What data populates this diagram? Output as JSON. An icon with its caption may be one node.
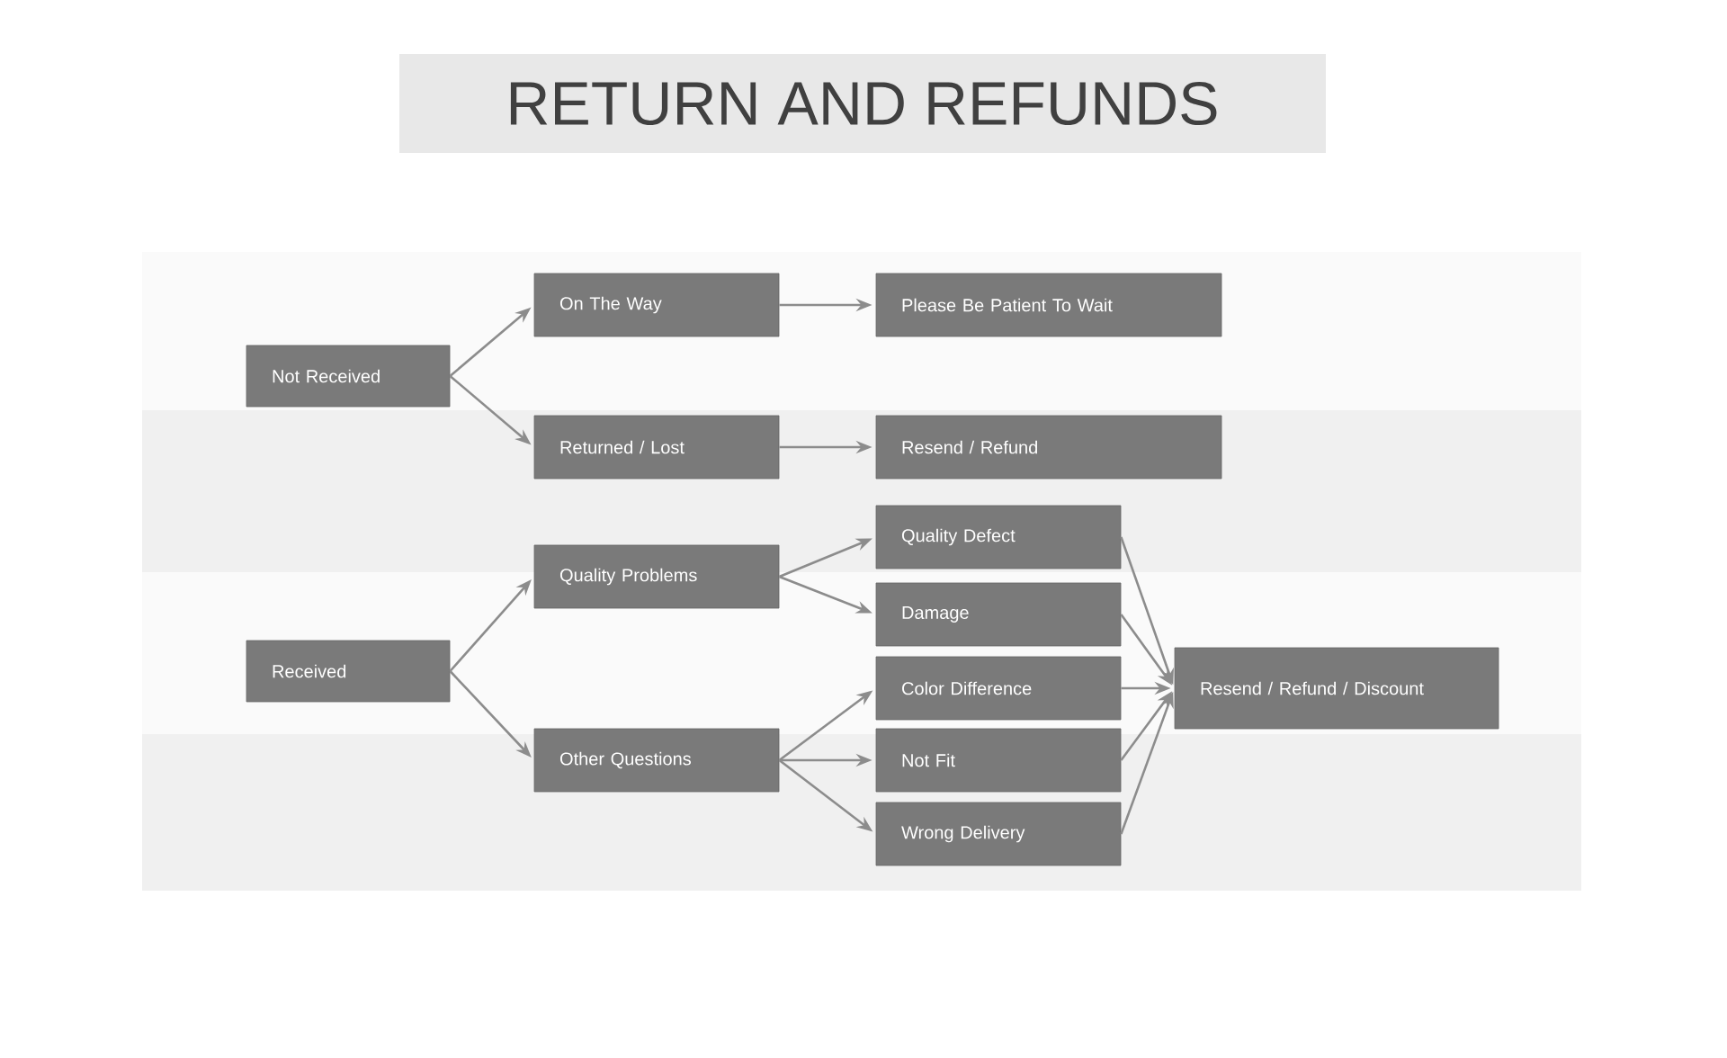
{
  "diagram": {
    "title": "RETURN AND REFUNDS",
    "nodes": [
      {
        "text": [
          "Not Received"
        ]
      },
      {
        "text": [
          "On The Way"
        ]
      },
      {
        "text": [
          "Please Be Patient To Wait"
        ]
      },
      {
        "text": [
          "Returned / Lost"
        ]
      },
      {
        "text": [
          "Resend / Refund"
        ]
      },
      {
        "text": [
          "Received"
        ]
      },
      {
        "text": [
          "Quality Problems"
        ]
      },
      {
        "text": [
          "Other Questions"
        ]
      },
      {
        "text": [
          "Quality Defect"
        ]
      },
      {
        "text": [
          "Damage"
        ]
      },
      {
        "text": [
          "Color Difference"
        ]
      },
      {
        "text": [
          "Not Fit"
        ]
      },
      {
        "text": [
          "Wrong Delivery"
        ]
      },
      {
        "text": [
          "Resend / Refund / Discount"
        ]
      }
    ],
    "edges": [
      {
        "from": 0,
        "to": 1,
        "arrow": "to"
      },
      {
        "from": 0,
        "to": 3,
        "arrow": "to"
      },
      {
        "from": 1,
        "to": 2,
        "arrow": "to"
      },
      {
        "from": 3,
        "to": 4,
        "arrow": "to"
      },
      {
        "from": 5,
        "to": 6,
        "arrow": "to"
      },
      {
        "from": 5,
        "to": 7,
        "arrow": "to"
      },
      {
        "from": 6,
        "to": 8,
        "arrow": "to"
      },
      {
        "from": 6,
        "to": 9,
        "arrow": "to"
      },
      {
        "from": 7,
        "to": 10,
        "arrow": "to"
      },
      {
        "from": 7,
        "to": 11,
        "arrow": "to"
      },
      {
        "from": 7,
        "to": 12,
        "arrow": "to"
      },
      {
        "from": 8,
        "to": 13,
        "arrow": "to"
      },
      {
        "from": 9,
        "to": 13,
        "arrow": "to"
      },
      {
        "from": 10,
        "to": 13,
        "arrow": "to"
      },
      {
        "from": 11,
        "to": 13,
        "arrow": "to"
      },
      {
        "from": 12,
        "to": 13,
        "arrow": "to"
      }
    ]
  }
}
